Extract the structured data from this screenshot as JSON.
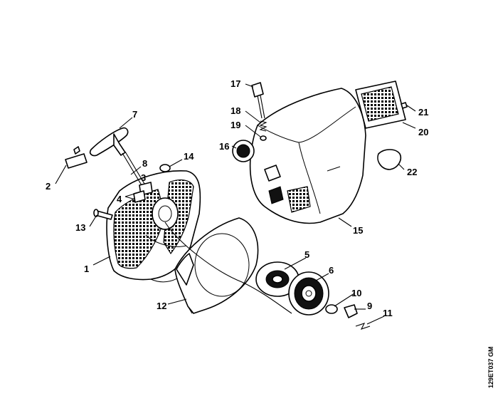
{
  "callouts": [
    {
      "id": "c1",
      "label": "1"
    },
    {
      "id": "c2",
      "label": "2"
    },
    {
      "id": "c3",
      "label": "3"
    },
    {
      "id": "c4",
      "label": "4"
    },
    {
      "id": "c5",
      "label": "5"
    },
    {
      "id": "c6",
      "label": "6"
    },
    {
      "id": "c7",
      "label": "7"
    },
    {
      "id": "c8",
      "label": "8"
    },
    {
      "id": "c9",
      "label": "9"
    },
    {
      "id": "c10",
      "label": "10"
    },
    {
      "id": "c11",
      "label": "11"
    },
    {
      "id": "c12",
      "label": "12"
    },
    {
      "id": "c13",
      "label": "13"
    },
    {
      "id": "c14",
      "label": "14"
    },
    {
      "id": "c15",
      "label": "15"
    },
    {
      "id": "c16",
      "label": "16"
    },
    {
      "id": "c17",
      "label": "17"
    },
    {
      "id": "c18",
      "label": "18"
    },
    {
      "id": "c19",
      "label": "19"
    },
    {
      "id": "c20",
      "label": "20"
    },
    {
      "id": "c21",
      "label": "21"
    },
    {
      "id": "c22",
      "label": "22"
    }
  ],
  "drawing_code": "129ET037 GM"
}
